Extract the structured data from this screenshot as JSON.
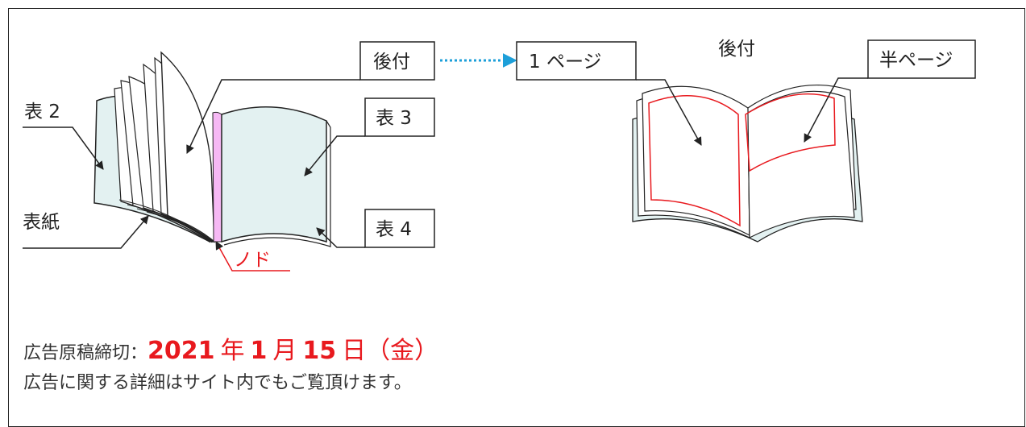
{
  "labels": {
    "cover2": "表 2",
    "cover": "表紙",
    "ato": "後付",
    "cover3": "表 3",
    "cover4": "表 4",
    "nodo": "ノド",
    "one_page": "1 ページ",
    "ato_top": "後付",
    "half_page": "半ページ"
  },
  "deadline": {
    "label": "広告原稿締切：",
    "year": "2021",
    "year_unit": "年",
    "month": "1",
    "month_unit": "月",
    "day": "15",
    "day_unit": "日",
    "weekday": "（金）"
  },
  "note": "広告に関する詳細はサイト内でもご覧頂けます。",
  "colors": {
    "page_fill": "#e3f1f1",
    "gutter": "#f6b8f4",
    "accent_red": "#e8191e",
    "arrow_blue": "#1d9fd9",
    "ink": "#222222"
  }
}
